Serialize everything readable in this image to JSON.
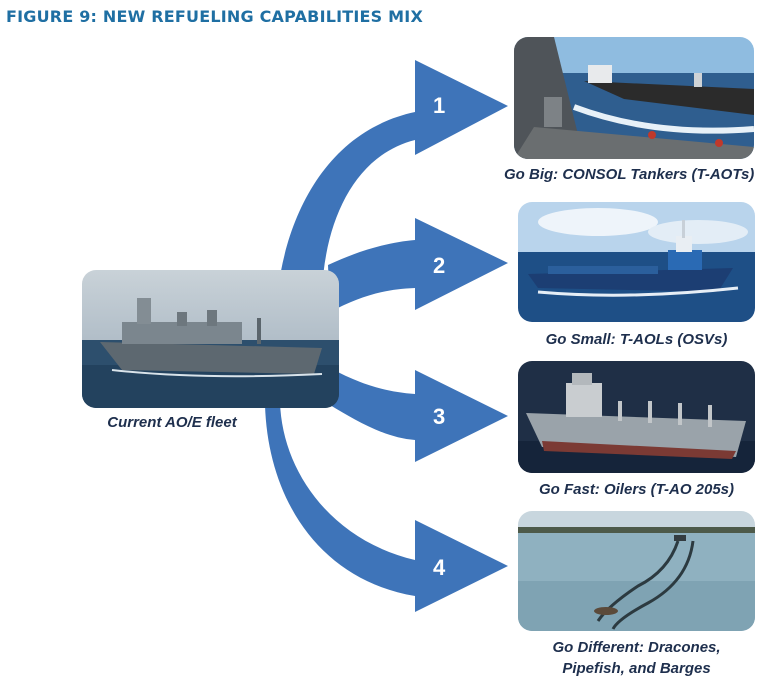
{
  "figure": {
    "title": "FIGURE 9: NEW REFUELING CAPABILITIES MIX",
    "source_label": "Current AO/E fleet",
    "arrow_color": "#3e74b9"
  },
  "options": [
    {
      "number": "1",
      "caption": "Go Big: CONSOL Tankers (T-AOTs)"
    },
    {
      "number": "2",
      "caption": "Go Small: T-AOLs (OSVs)"
    },
    {
      "number": "3",
      "caption": "Go Fast: Oilers (T-AO 205s)"
    },
    {
      "number": "4",
      "caption_line1": "Go Different: Dracones,",
      "caption_line2": "Pipefish, and Barges"
    }
  ]
}
